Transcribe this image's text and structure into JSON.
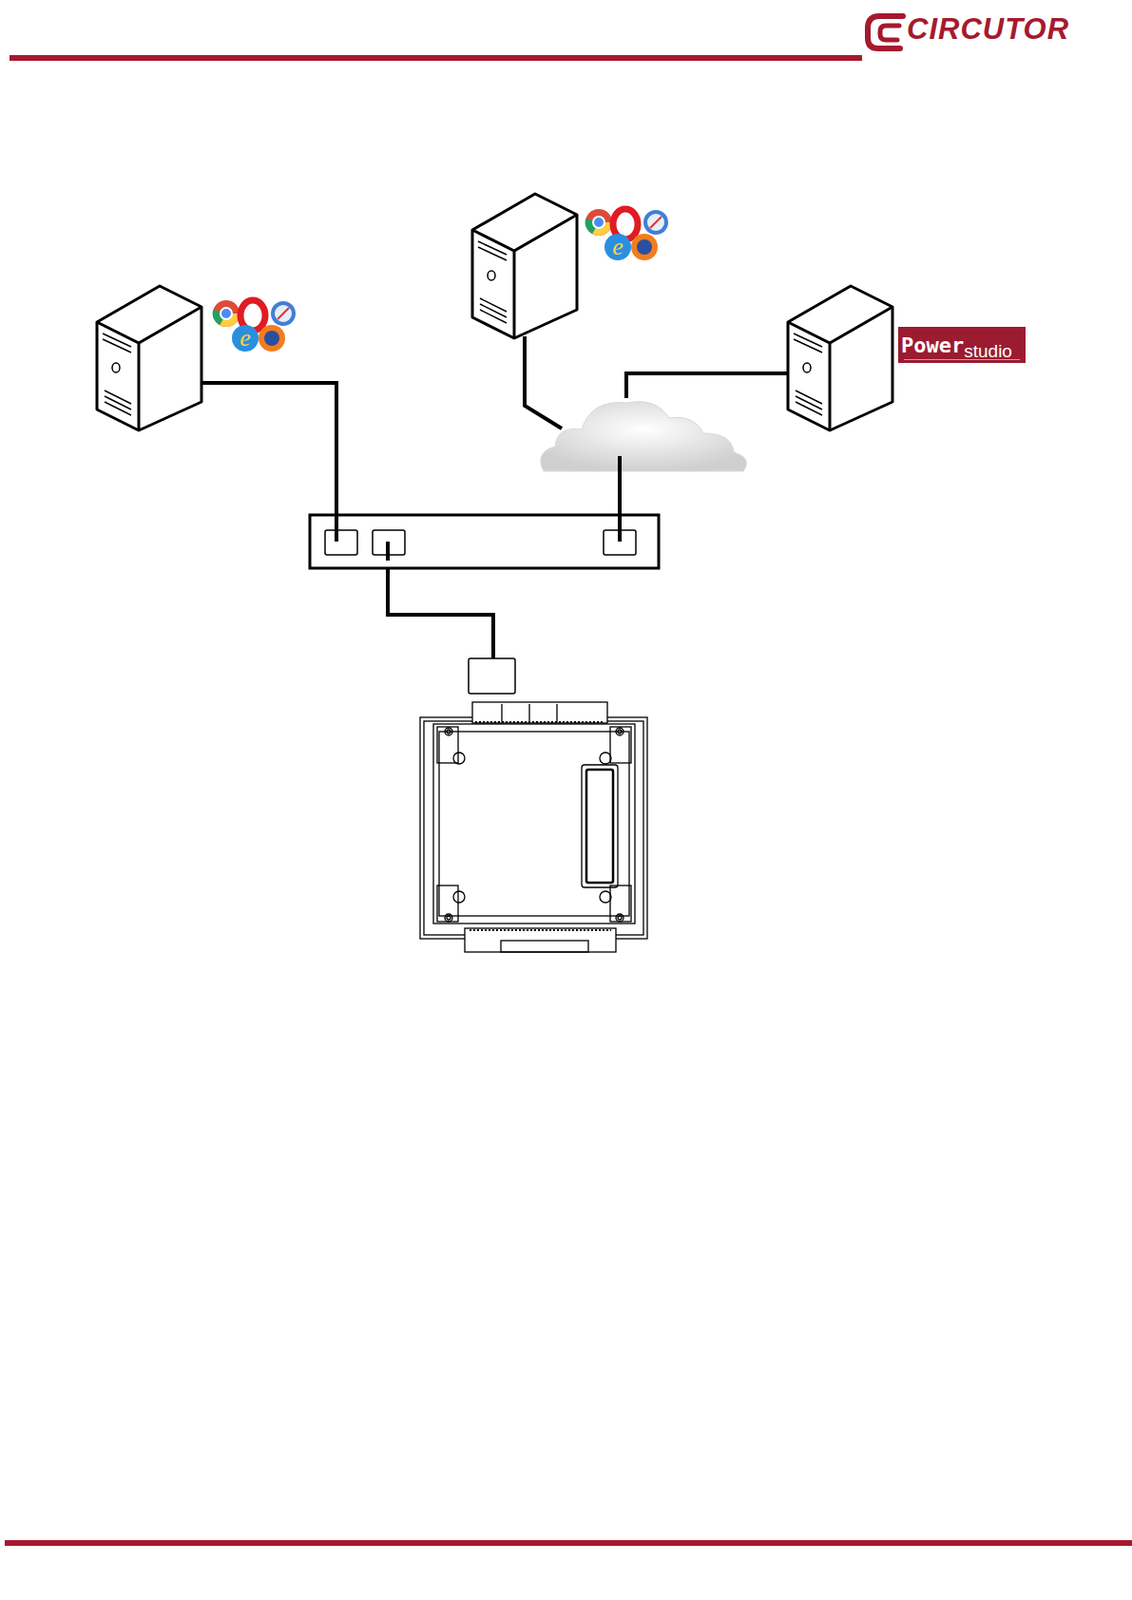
{
  "diagram": {
    "nodes": [
      {
        "text": [
          "Power",
          "studio"
        ]
      }
    ],
    "labels": [
      "CIRCUTOR"
    ]
  }
}
